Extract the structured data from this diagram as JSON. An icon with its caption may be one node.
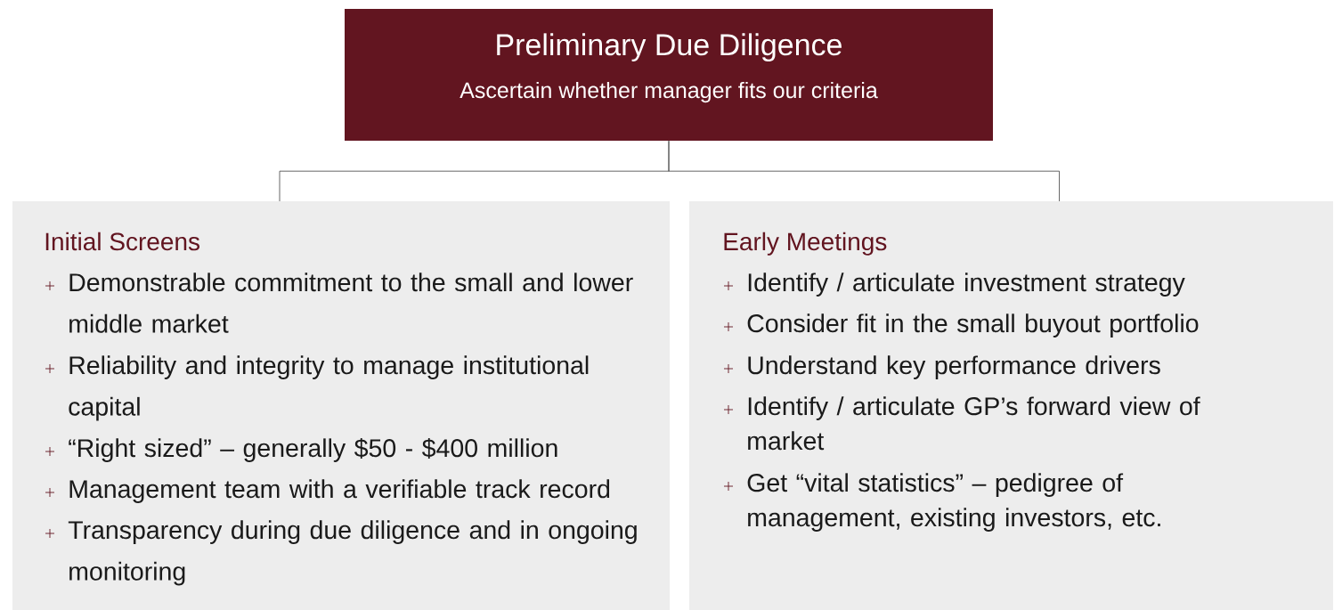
{
  "diagram": {
    "nodes": [
      {
        "text": [
          "Preliminary Due Diligence",
          "Ascertain whether manager fits our criteria"
        ]
      },
      {
        "text": [
          "Initial Screens",
          "Demonstrable commitment to the small and lower middle market",
          "Reliability and integrity to manage institutional capital",
          "“Right sized” – generally $50 - $400 million",
          "Management team with a verifiable track record",
          "Transparency during due diligence and in ongoing monitoring"
        ]
      },
      {
        "text": [
          "Early Meetings",
          "Identify / articulate investment strategy",
          "Consider fit in the small buyout portfolio",
          "Understand key performance drivers",
          "Identify / articulate GP’s forward view of market",
          "Get “vital statistics” – pedigree of management, existing investors, etc."
        ]
      }
    ],
    "edges": [
      {
        "from": 0,
        "to": 1,
        "arrow": "none"
      },
      {
        "from": 0,
        "to": 2,
        "arrow": "none"
      }
    ]
  }
}
